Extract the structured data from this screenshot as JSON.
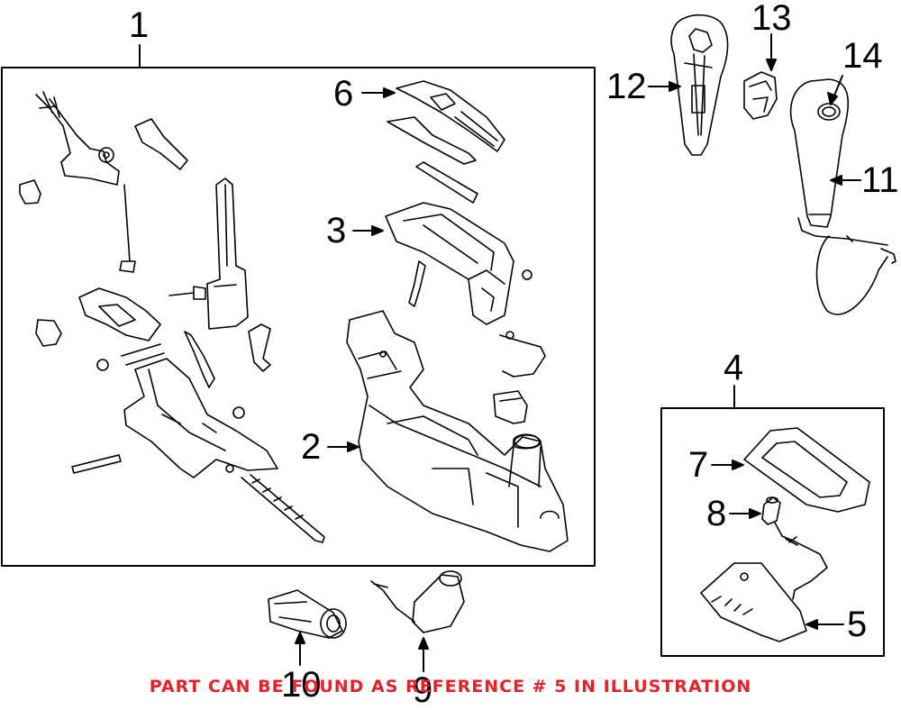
{
  "callouts": {
    "c1": "1",
    "c2": "2",
    "c3": "3",
    "c4": "4",
    "c5": "5",
    "c6": "6",
    "c7": "7",
    "c8": "8",
    "c9": "9",
    "c10": "10",
    "c11": "11",
    "c12": "12",
    "c13": "13",
    "c14": "14"
  },
  "footer": {
    "note": "PART CAN BE FOUND AS REFERENCE # 5 IN ILLUSTRATION"
  },
  "colors": {
    "line": "#000000",
    "note": "#e8202a",
    "background": "#ffffff"
  }
}
